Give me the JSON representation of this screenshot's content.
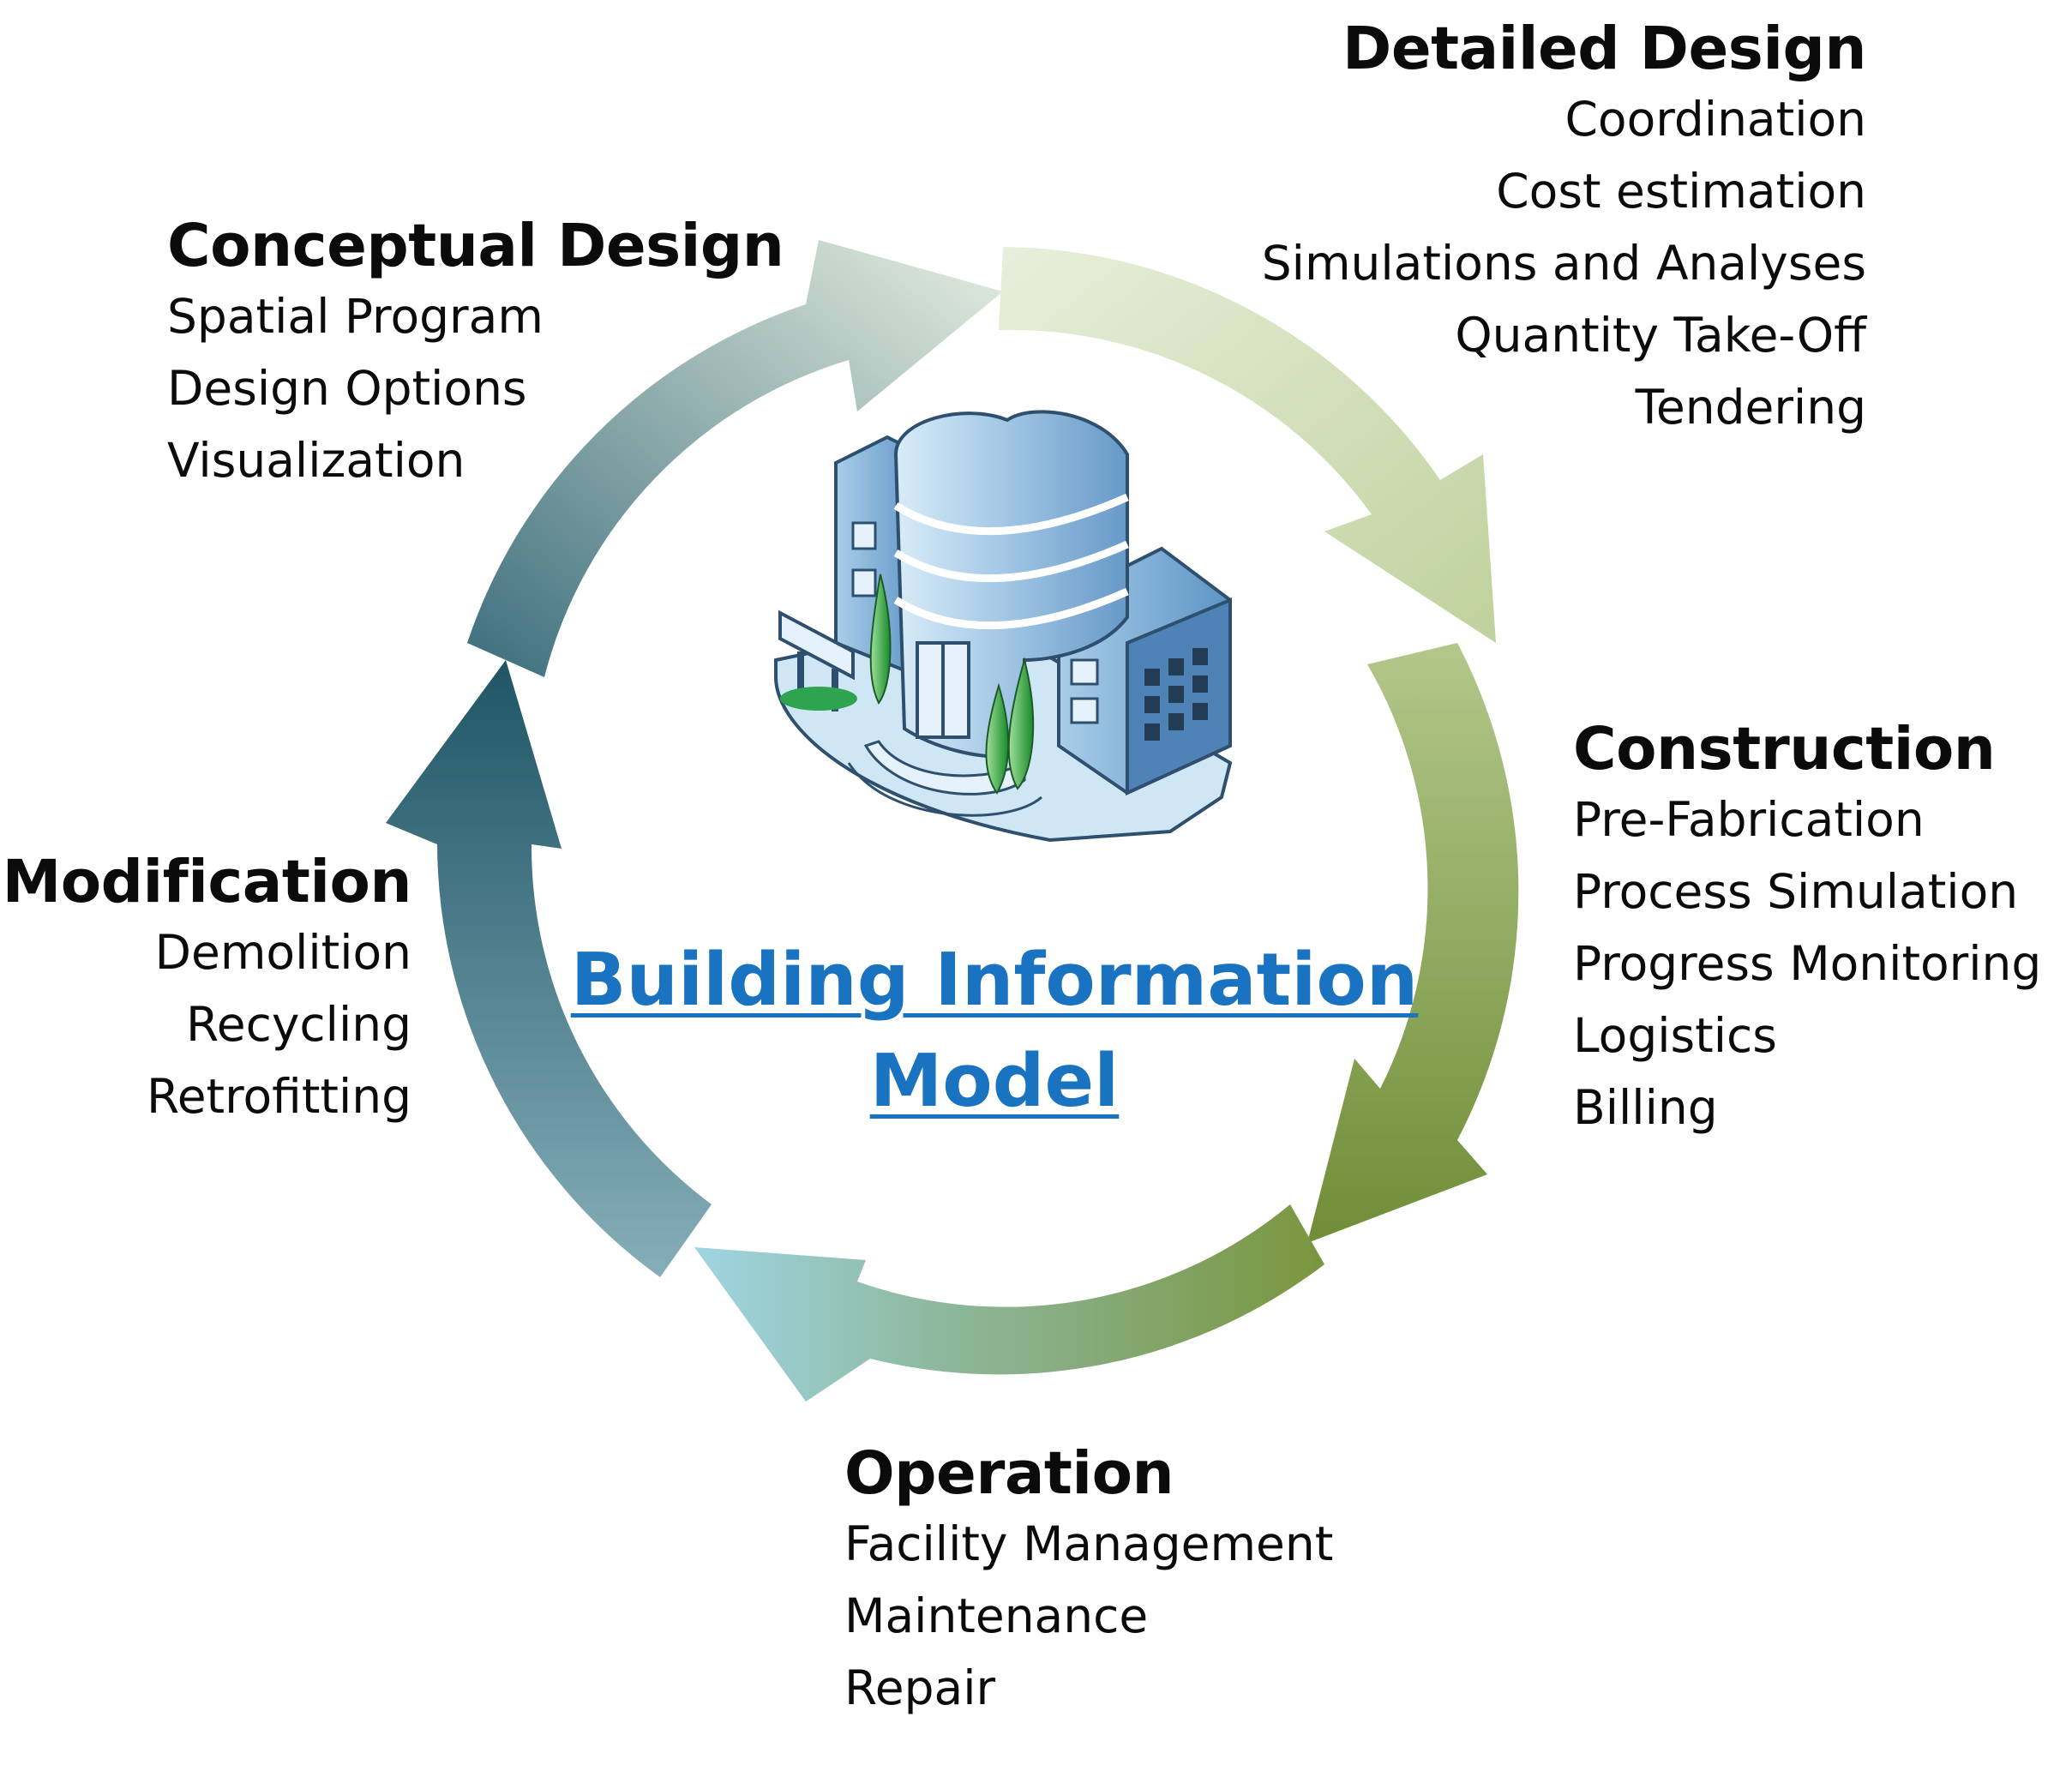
{
  "center": {
    "line1": "Building Information",
    "line2": "Model"
  },
  "phases": {
    "detailed_design": {
      "title": "Detailed Design",
      "items": [
        "Coordination",
        "Cost estimation",
        "Simulations and Analyses",
        "Quantity Take-Off",
        "Tendering"
      ]
    },
    "conceptual_design": {
      "title": "Conceptual Design",
      "items": [
        "Spatial Program",
        "Design Options",
        "Visualization"
      ]
    },
    "construction": {
      "title": "Construction",
      "items": [
        "Pre-Fabrication",
        "Process Simulation",
        "Progress Monitoring",
        "Logistics",
        "Billing"
      ]
    },
    "modification": {
      "title": "Modification",
      "items": [
        "Demolition",
        "Recycling",
        "Retrofitting"
      ]
    },
    "operation": {
      "title": "Operation",
      "items": [
        "Facility Management",
        "Maintenance",
        "Repair"
      ]
    }
  },
  "colors": {
    "center_title": "#1a73c1",
    "arrow_conceptual_to_detailed": [
      "#b7ccbd",
      "#eaf0e0"
    ],
    "arrow_detailed_to_construction": [
      "#e3ebd4",
      "#c2d4a0"
    ],
    "arrow_construction_to_operation": [
      "#a9bf7d",
      "#6f8d37"
    ],
    "arrow_operation_to_modification": [
      "#7f9a45",
      "#94cfdb"
    ],
    "arrow_modification_to_conceptual": [
      "#8fb5bf",
      "#2c5f70"
    ],
    "arrow_top_left": [
      "#2c5f70",
      "#d9e6da"
    ]
  }
}
